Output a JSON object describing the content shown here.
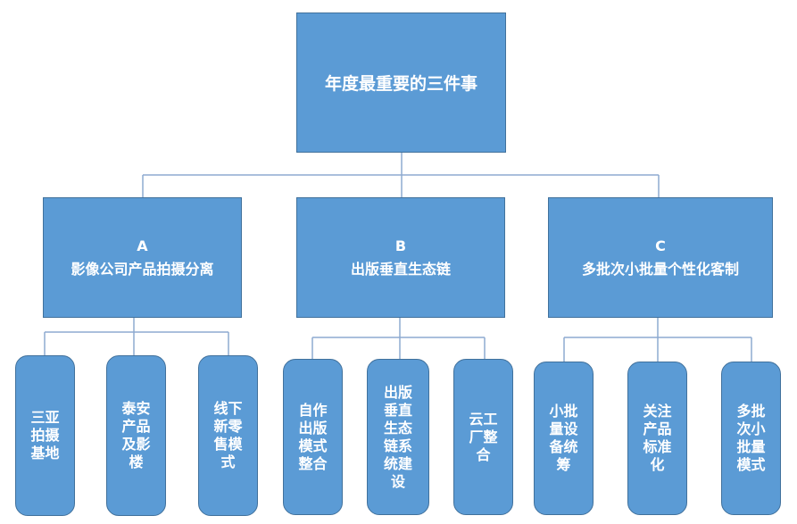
{
  "title": "年度最重要的三件事",
  "colors": {
    "box_fill": "#5b9bd5",
    "box_border": "#41719c",
    "line": "#8eaad0",
    "text": "#ffffff"
  },
  "groups": [
    {
      "letter": "A",
      "label": "影像公司产品拍摄分离",
      "items": [
        "三亚拍摄基地",
        "泰安产品及影楼",
        "线下新零售模式"
      ]
    },
    {
      "letter": "B",
      "label": "出版垂直生态链",
      "items": [
        "自作出版模式整合",
        "出版垂直生态链系统建设",
        "云工厂整合"
      ]
    },
    {
      "letter": "C",
      "label": "多批次小批量个性化客制",
      "items": [
        "小批量设备统筹",
        "关注产品标准化",
        "多批次小批量模式"
      ]
    }
  ]
}
